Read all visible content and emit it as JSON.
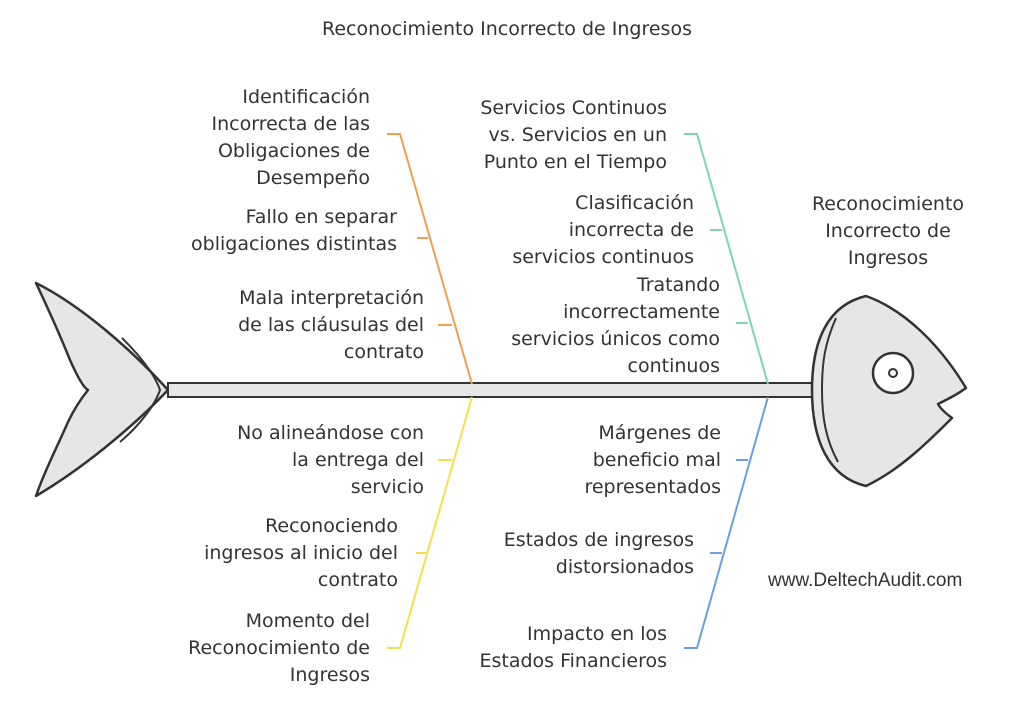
{
  "title": "Reconocimiento Incorrecto de Ingresos",
  "head_label": "Reconocimiento\nIncorrecto de\nIngresos",
  "watermark": "www.DeltechAudit.com",
  "colors": {
    "orange": "#F0A04B",
    "green": "#7ED6B0",
    "yellow": "#F4E04D",
    "blue": "#6A9FE0",
    "fish_fill": "#E6E6E6",
    "stroke": "#333333"
  },
  "bones": {
    "top_left": {
      "color": "orange",
      "category": "Identificación\nIncorrecta de las\nObligaciones de\nDesempeño",
      "causes": [
        "Fallo en separar\nobligaciones distintas",
        "Mala interpretación\nde las cláusulas del\ncontrato"
      ]
    },
    "top_right": {
      "color": "green",
      "category": "Servicios Continuos\nvs. Servicios en un\nPunto en el Tiempo",
      "causes": [
        "Clasificación\nincorrecta de\nservicios continuos",
        "Tratando\nincorrectamente\nservicios únicos como\ncontinuos"
      ]
    },
    "bottom_left": {
      "color": "yellow",
      "category": "Momento del\nReconocimiento de\nIngresos",
      "causes": [
        "No alineándose con\nla entrega del\nservicio",
        "Reconociendo\ningresos al inicio del\ncontrato"
      ]
    },
    "bottom_right": {
      "color": "blue",
      "category": "Impacto en los\nEstados Financieros",
      "causes": [
        "Márgenes de\nbeneficio mal\nrepresentados",
        "Estados de ingresos\ndistorsionados"
      ]
    }
  }
}
